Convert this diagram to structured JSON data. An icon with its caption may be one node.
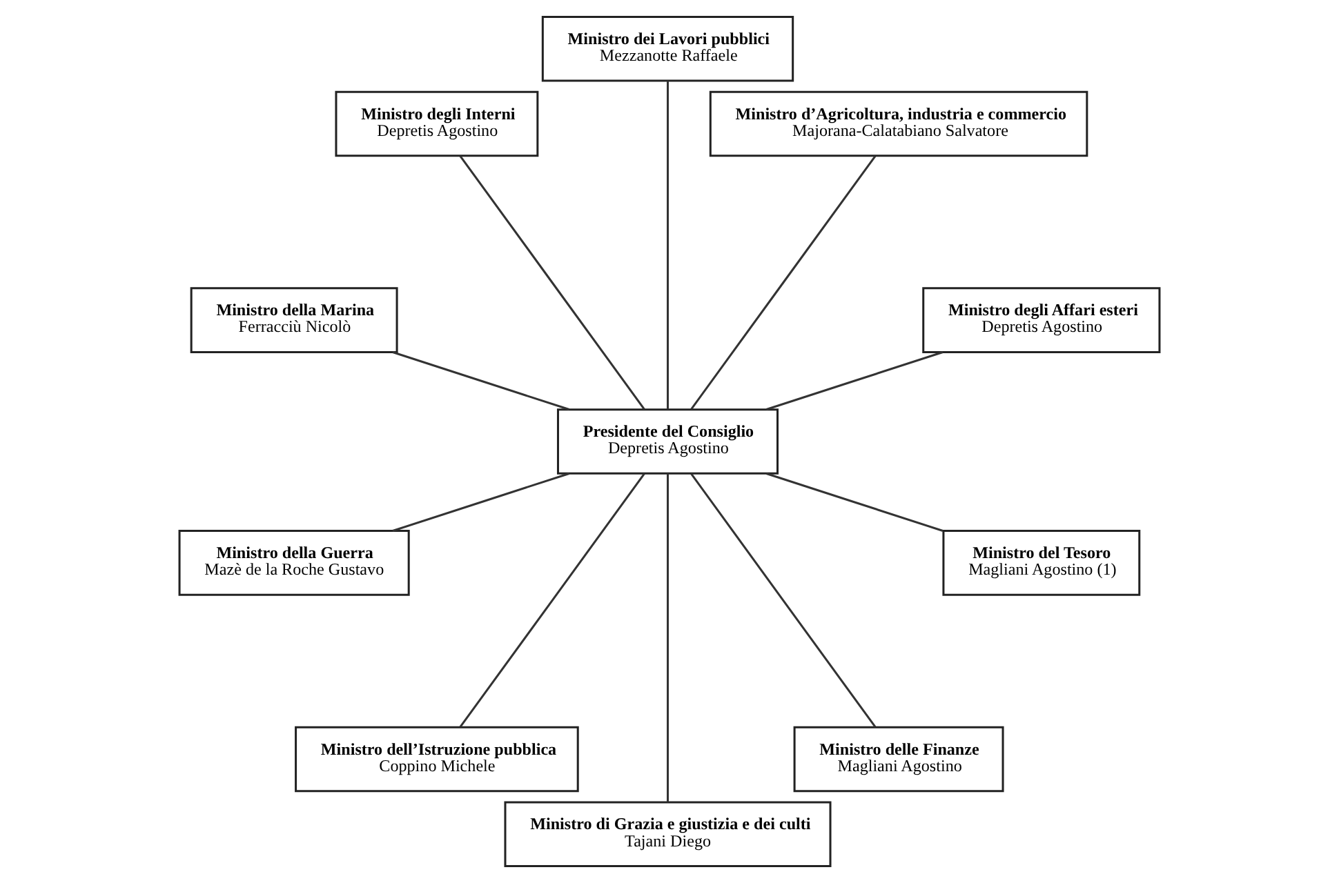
{
  "diagram": {
    "nodes": [
      {
        "text": [
          "Ministro degli Affari esteri",
          "Depretis Agostino"
        ]
      },
      {
        "text": [
          "Ministro d’Agricoltura, industria e commercio",
          "Majorana-Calatabiano Salvatore"
        ]
      },
      {
        "text": [
          "Ministro dei Lavori pubblici",
          "Mezzanotte Raffaele"
        ]
      },
      {
        "text": [
          "Ministro degli Interni",
          "Depretis Agostino"
        ]
      },
      {
        "text": [
          "Presidente del Consiglio",
          "Depretis Agostino"
        ]
      },
      {
        "text": [
          "Ministro della Marina",
          "Ferracciù Nicolò"
        ]
      },
      {
        "text": [
          "Ministro della Guerra",
          "Mazè de la Roche Gustavo"
        ]
      },
      {
        "text": [
          "Ministro dell’Istruzione pubblica",
          "Coppino Michele"
        ]
      },
      {
        "text": [
          "Ministro di Grazia e giustizia e dei culti",
          "Tajani Diego"
        ]
      },
      {
        "text": [
          "Ministro delle Finanze",
          "Magliani Agostino"
        ]
      },
      {
        "text": [
          "Ministro del Tesoro",
          "Magliani Agostino (1)"
        ]
      }
    ],
    "edges": [
      {
        "from": 4,
        "to": 0,
        "arrow": "none"
      },
      {
        "from": 4,
        "to": 1,
        "arrow": "none"
      },
      {
        "from": 4,
        "to": 2,
        "arrow": "none"
      },
      {
        "from": 4,
        "to": 3,
        "arrow": "none"
      },
      {
        "from": 4,
        "to": 5,
        "arrow": "none"
      },
      {
        "from": 4,
        "to": 6,
        "arrow": "none"
      },
      {
        "from": 4,
        "to": 7,
        "arrow": "none"
      },
      {
        "from": 4,
        "to": 8,
        "arrow": "none"
      },
      {
        "from": 4,
        "to": 9,
        "arrow": "none"
      },
      {
        "from": 4,
        "to": 10,
        "arrow": "none"
      }
    ]
  }
}
